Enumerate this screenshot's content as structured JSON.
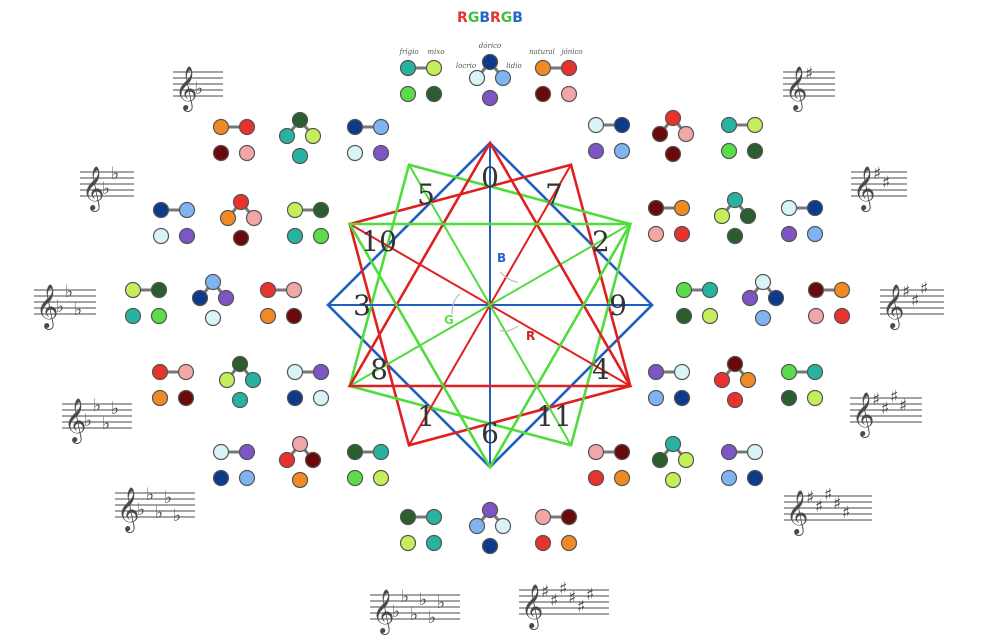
{
  "title": {
    "letters": [
      {
        "ch": "R",
        "color": "#e8322d"
      },
      {
        "ch": "G",
        "color": "#3fbf3f"
      },
      {
        "ch": "B",
        "color": "#2266cc"
      },
      {
        "ch": "R",
        "color": "#e8322d"
      },
      {
        "ch": "G",
        "color": "#3fbf3f"
      },
      {
        "ch": "B",
        "color": "#2266cc"
      }
    ]
  },
  "mode_labels": [
    "frigio",
    "mixo",
    "dórico",
    "locrio",
    "lidio",
    "natural",
    "jónico"
  ],
  "circle_numbers": [
    "0",
    "7",
    "2",
    "9",
    "4",
    "11",
    "6",
    "1",
    "8",
    "3",
    "10",
    "5"
  ],
  "axis_labels": [
    {
      "text": "B",
      "color": "#2266cc"
    },
    {
      "text": "G",
      "color": "#66dd55"
    },
    {
      "text": "R",
      "color": "#cc2222"
    }
  ],
  "colors": {
    "blue_line": "#1f5fc0",
    "red_line": "#e02020",
    "green_line": "#4fdc3c",
    "palette": [
      "#0d3b8a",
      "#7fb4f0",
      "#d9f3f7",
      "#7d55c4",
      "#2a5e2e",
      "#c4ef5b",
      "#27b3a0",
      "#e8322d",
      "#f08a24",
      "#6b0a0a",
      "#f2a7a7",
      "#5bdd4a"
    ]
  },
  "icons": [
    "treble-clef-icon",
    "flat-icon",
    "sharp-icon"
  ]
}
